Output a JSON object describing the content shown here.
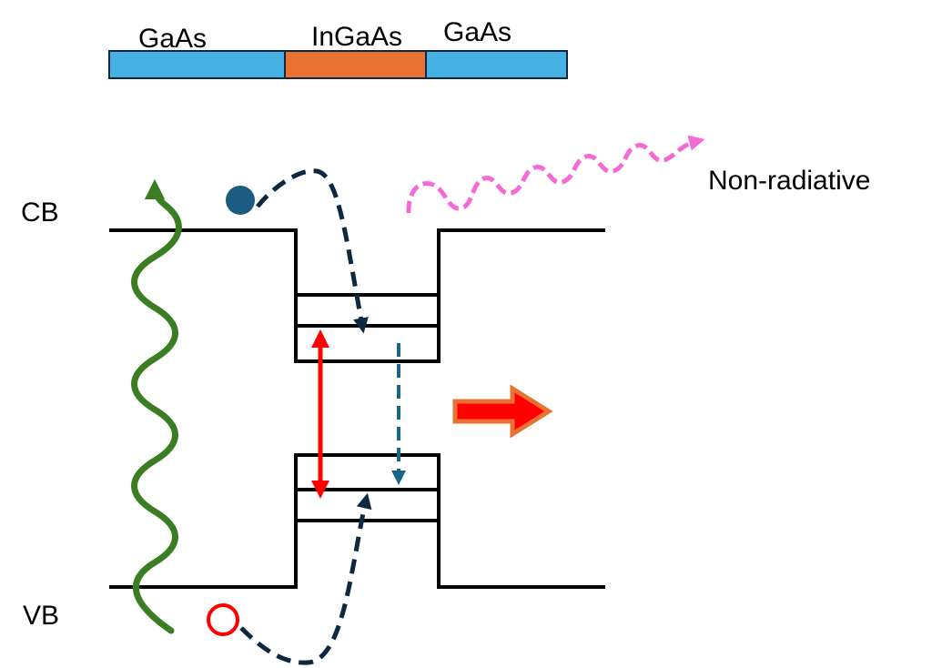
{
  "layers": [
    {
      "label": "GaAs",
      "color": "#45B0E1"
    },
    {
      "label": "InGaAs",
      "color": "#E97132"
    },
    {
      "label": "GaAs",
      "color": "#45B0E1"
    }
  ],
  "bands": {
    "cb_label": "CB",
    "vb_label": "VB"
  },
  "processes": {
    "nonradiative_label": "Non-radiative"
  },
  "colors": {
    "band_edge": "#000000",
    "excitation_wave": "#3A7D22",
    "electron": "#1B5C80",
    "hole": "#FF0000",
    "carrier_path": "#0E2841",
    "relaxation": "#1B6587",
    "radiative_transition": "#FF0000",
    "nonradiative": "#F56BD6",
    "emission_arrow_fill": "#FF0000",
    "emission_arrow_outline": "#E97132"
  }
}
